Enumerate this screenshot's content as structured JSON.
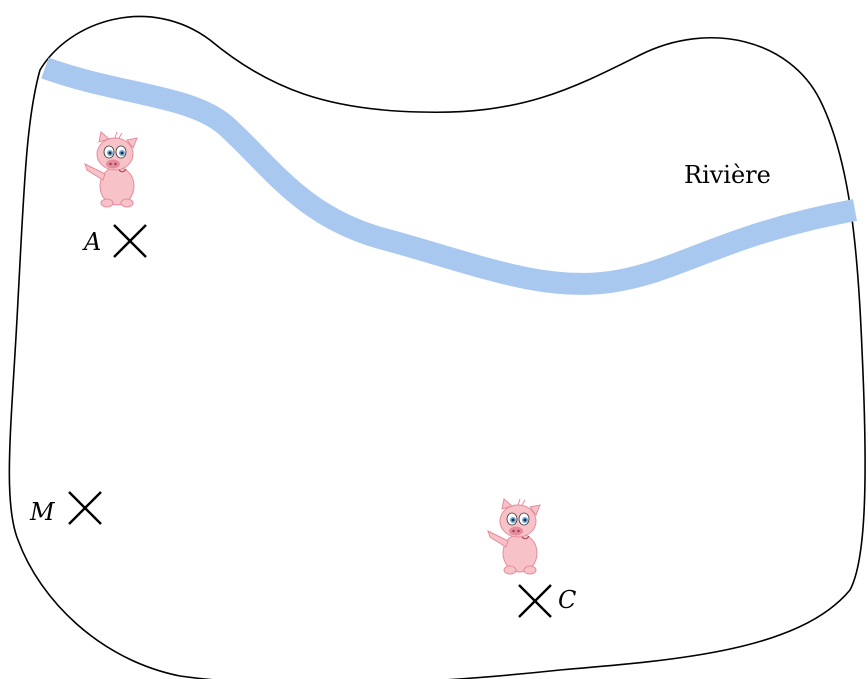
{
  "river": {
    "label": "Rivière",
    "color": "#a9c8ef"
  },
  "outline_color": "#000000",
  "points": [
    {
      "name": "A",
      "label": "A"
    },
    {
      "name": "M",
      "label": "M"
    },
    {
      "name": "C",
      "label": "C"
    }
  ],
  "pigs": [
    {
      "near": "A",
      "icon": "pig-icon"
    },
    {
      "near": "C",
      "icon": "pig-icon"
    }
  ],
  "pig_colors": {
    "body": "#f7c3c9",
    "dark": "#e58b9b",
    "eye": "#6fa8d8"
  }
}
